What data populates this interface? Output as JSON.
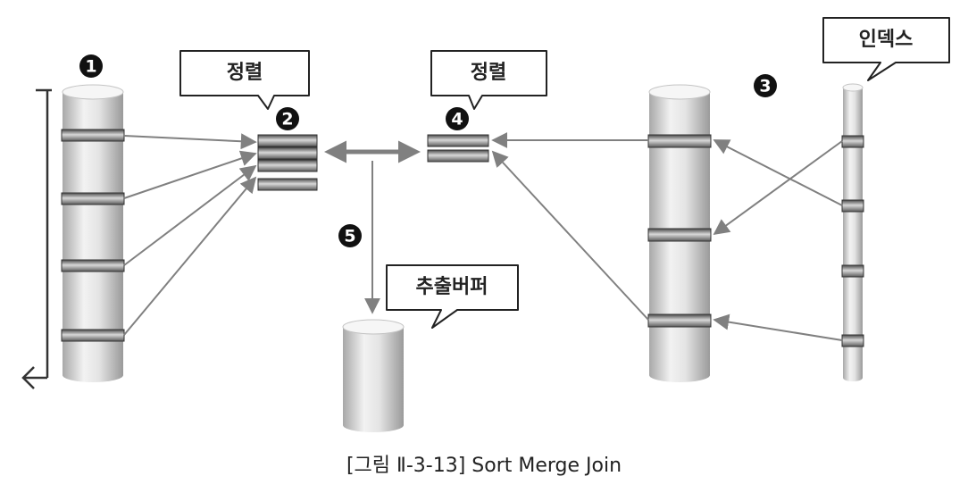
{
  "callouts": {
    "sort_left": "정렬",
    "sort_right": "정렬",
    "index": "인덱스",
    "extract_buffer": "추출버퍼"
  },
  "steps": {
    "s1": "1",
    "s2": "2",
    "s3": "3",
    "s4": "4",
    "s5": "5"
  },
  "caption": "[그림 Ⅱ-3-13] Sort Merge Join"
}
